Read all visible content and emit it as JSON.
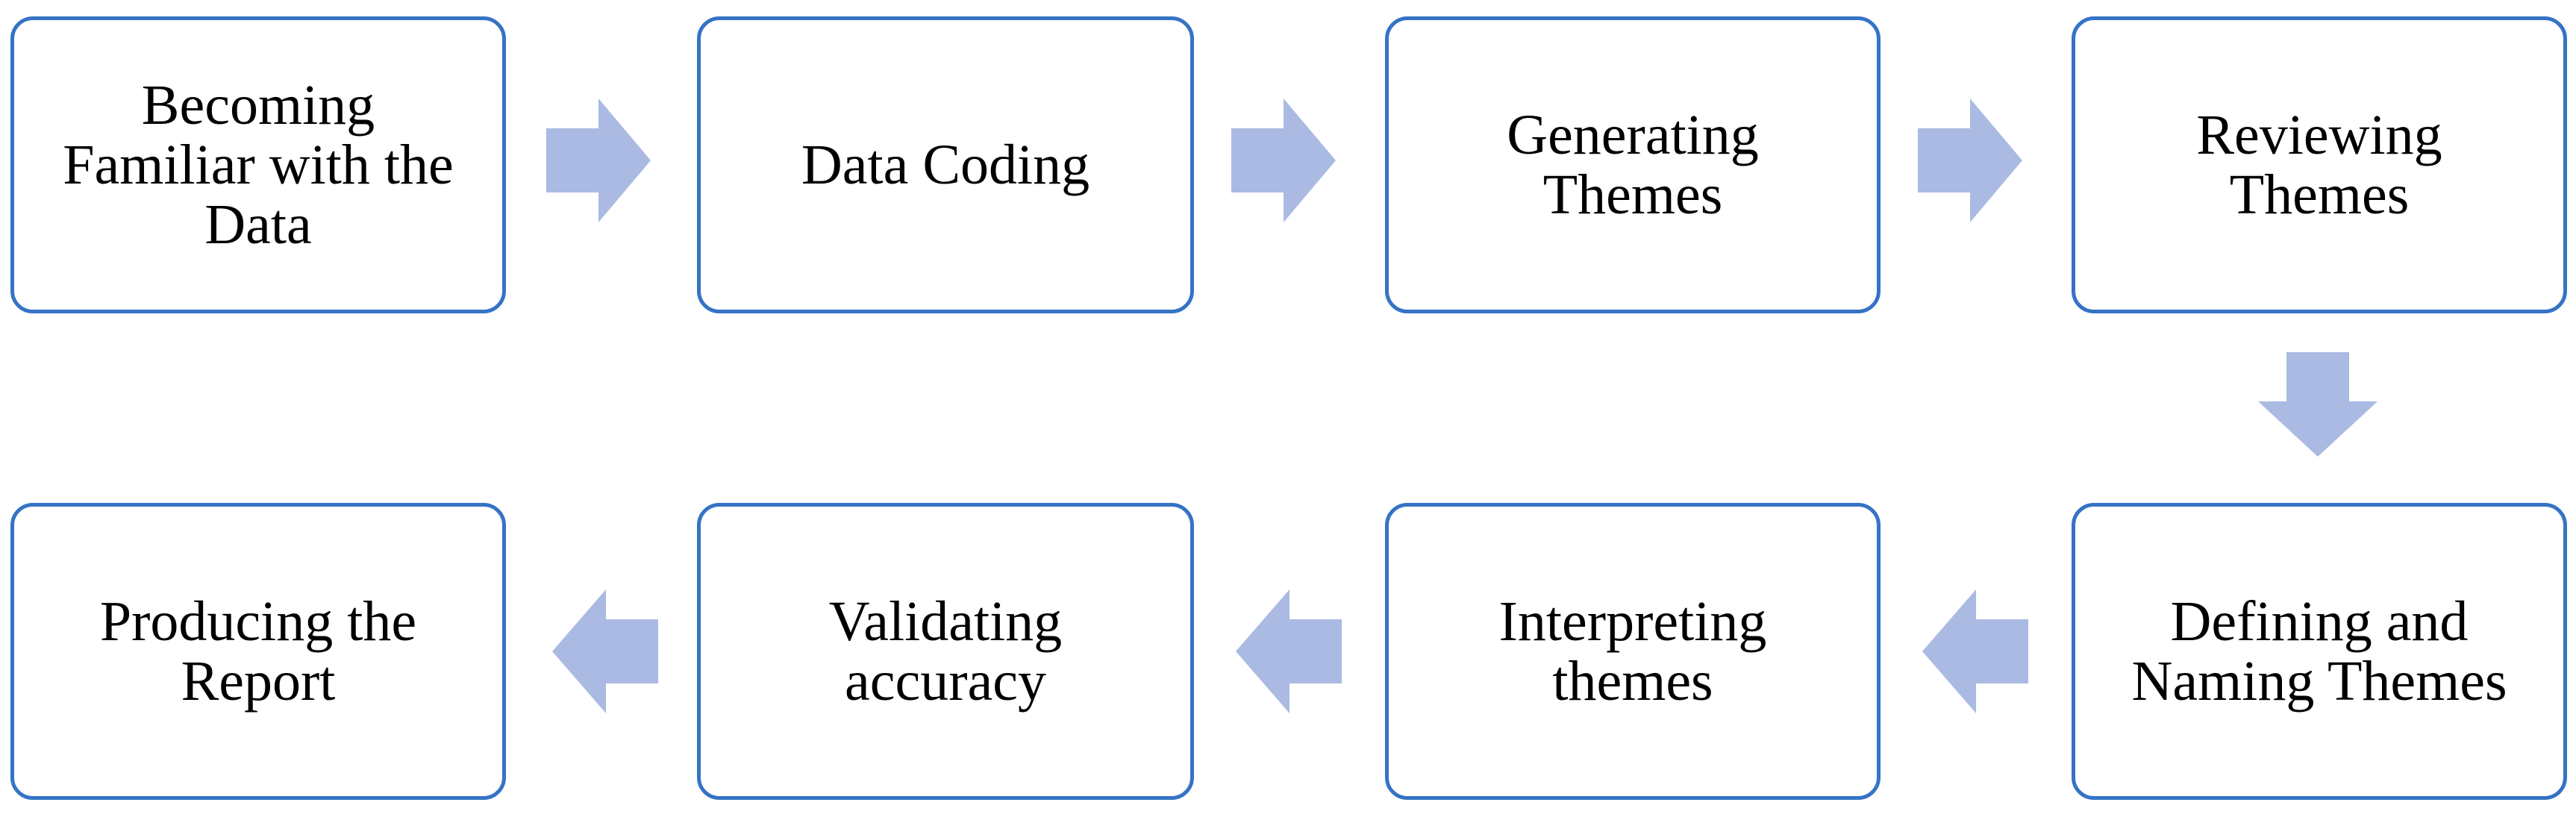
{
  "diagram": {
    "steps": [
      {
        "label": "Becoming\nFamiliar with the\nData"
      },
      {
        "label": "Data Coding"
      },
      {
        "label": "Generating\nThemes"
      },
      {
        "label": "Reviewing\nThemes"
      },
      {
        "label": "Defining and\nNaming Themes"
      },
      {
        "label": "Interpreting\nthemes"
      },
      {
        "label": "Validating\naccuracy"
      },
      {
        "label": "Producing the\nReport"
      }
    ],
    "colors": {
      "box_border": "#3573c5",
      "arrow_fill": "#aabae2",
      "text": "#000000"
    }
  }
}
